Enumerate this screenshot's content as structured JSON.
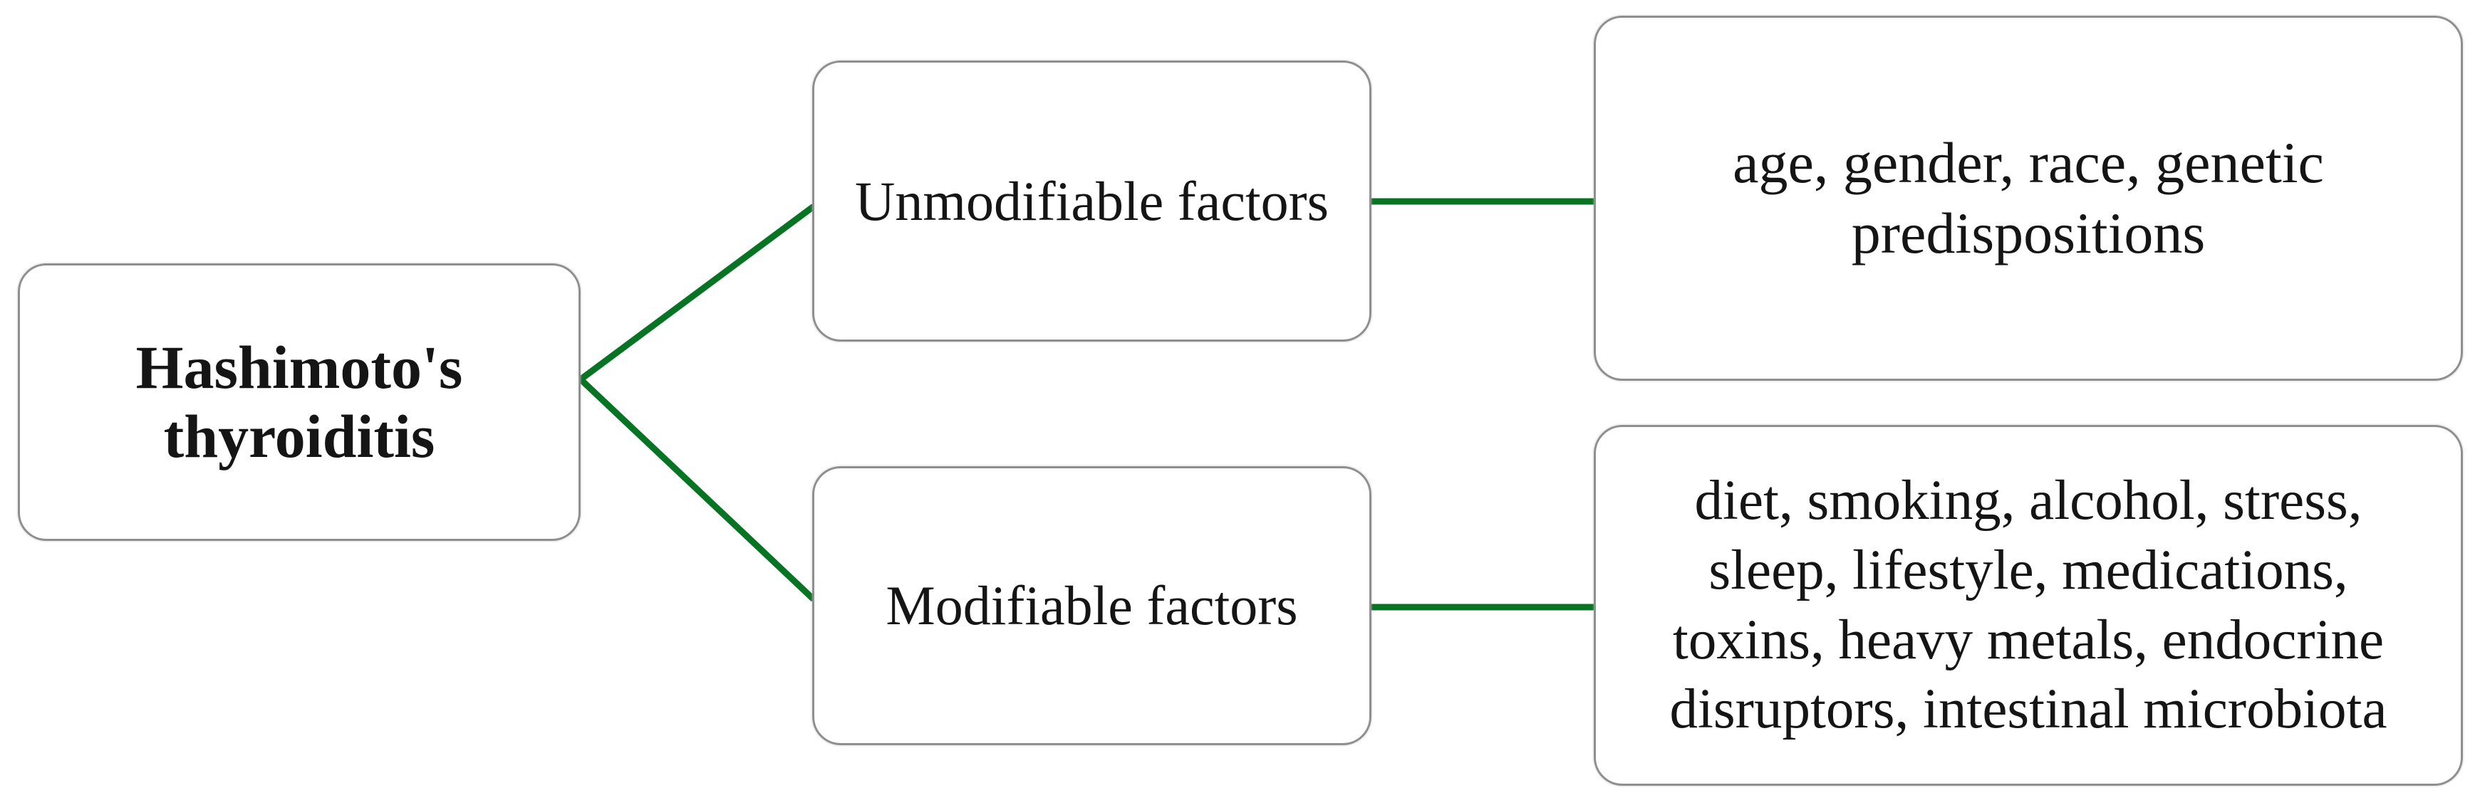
{
  "figure": {
    "type": "flow-diagram",
    "background": "#ffffff",
    "colors": {
      "connector_green": "#077424",
      "box_border_gray": "#8f8f8f",
      "text_black": "#151515"
    },
    "nodes": {
      "root": {
        "lines": [
          "Hashimoto's",
          "thyroiditis"
        ]
      },
      "branch_top": {
        "label": "Unmodifiable factors"
      },
      "branch_bottom": {
        "label": "Modifiable factors"
      },
      "detail_top": {
        "lines": [
          "age, gender, race, genetic",
          "predispositions"
        ]
      },
      "detail_bottom": {
        "lines": [
          "diet, smoking, alcohol, stress,",
          "sleep, lifestyle, medications,",
          "toxins, heavy metals, endocrine",
          "disruptors, intestinal microbiota"
        ]
      }
    }
  }
}
